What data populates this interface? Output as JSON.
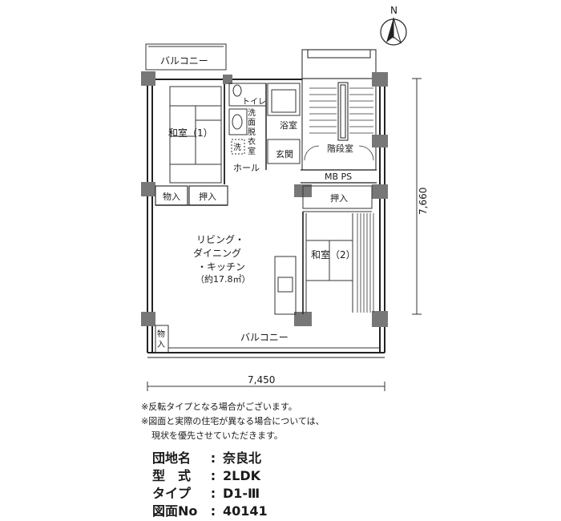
{
  "compass": {
    "label": "N"
  },
  "rooms": {
    "balcony_top": "バルコニー",
    "washitsu1": "和室（1）",
    "toilet": "トイレ",
    "washroom": [
      "洗",
      "面",
      "脱",
      "衣",
      "室"
    ],
    "washer": "洗",
    "bath": "浴室",
    "entrance": "玄関",
    "stairwell": "階段室",
    "hall": "ホール",
    "mbps": "MB PS",
    "storage1": "物入",
    "oshiire1": "押入",
    "oshiire2": "押入",
    "ldk": [
      "リビング・",
      "ダイニング",
      "・キッチン",
      "（約17.8㎡）"
    ],
    "washitsu2": "和室（2）",
    "storage2": [
      "物",
      "入"
    ],
    "balcony_bottom": "バルコニー"
  },
  "dimensions": {
    "height": "7,660",
    "width": "7,450"
  },
  "notes": [
    "※反転タイプとなる場合がございます。",
    "※図面と実際の住宅が異なる場合については、",
    "現状を優先させていただきます。"
  ],
  "info": [
    {
      "label": "団地名",
      "value": "奈良北"
    },
    {
      "label": "型　式",
      "value": "2LDK"
    },
    {
      "label": "タイプ",
      "value": "D1-Ⅲ"
    },
    {
      "label": "図面No",
      "value": "40141"
    }
  ]
}
